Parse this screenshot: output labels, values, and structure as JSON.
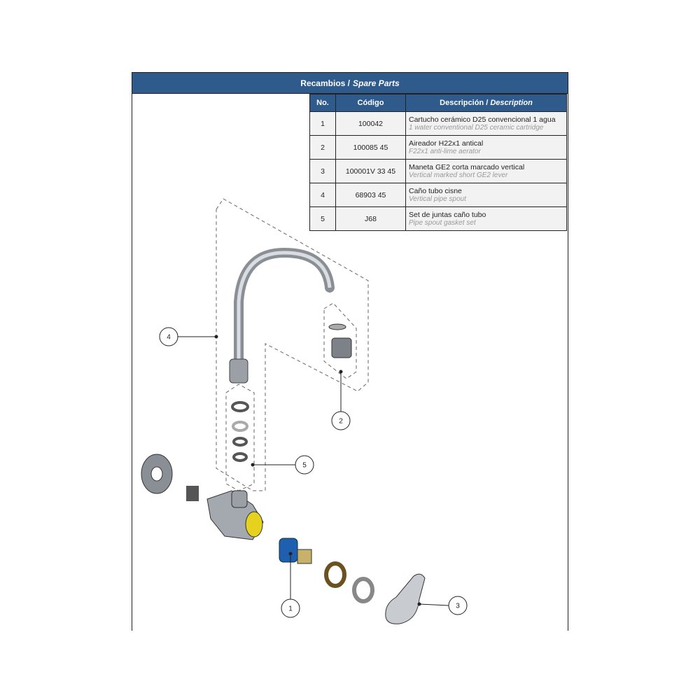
{
  "title": {
    "es": "Recambios /",
    "en": "Spare Parts"
  },
  "table": {
    "headers": {
      "no": "No.",
      "code": "Código",
      "desc_es": "Descripción /",
      "desc_en": "Description"
    },
    "rows": [
      {
        "no": "1",
        "code": "100042",
        "es": "Cartucho cerámico D25 convencional 1 agua",
        "en": "1 water conventional D25 ceramic cartridge"
      },
      {
        "no": "2",
        "code": "100085 45",
        "es": "Aireador H22x1 antical",
        "en": "F22x1 anti-lime aerator"
      },
      {
        "no": "3",
        "code": "100001V 33 45",
        "es": "Maneta GE2 corta marcado vertical",
        "en": "Vertical marked short GE2 lever"
      },
      {
        "no": "4",
        "code": "68903 45",
        "es": "Caño tubo cisne",
        "en": "Vertical pipe spout"
      },
      {
        "no": "5",
        "code": "J68",
        "es": "Set de juntas caño tubo",
        "en": "Pipe spout gasket set"
      }
    ]
  },
  "callouts": [
    "1",
    "2",
    "3",
    "4",
    "5"
  ],
  "colors": {
    "header": "#2f5b8c",
    "cartridge": "#1f5fb0",
    "valve_insert": "#e6d21e"
  }
}
